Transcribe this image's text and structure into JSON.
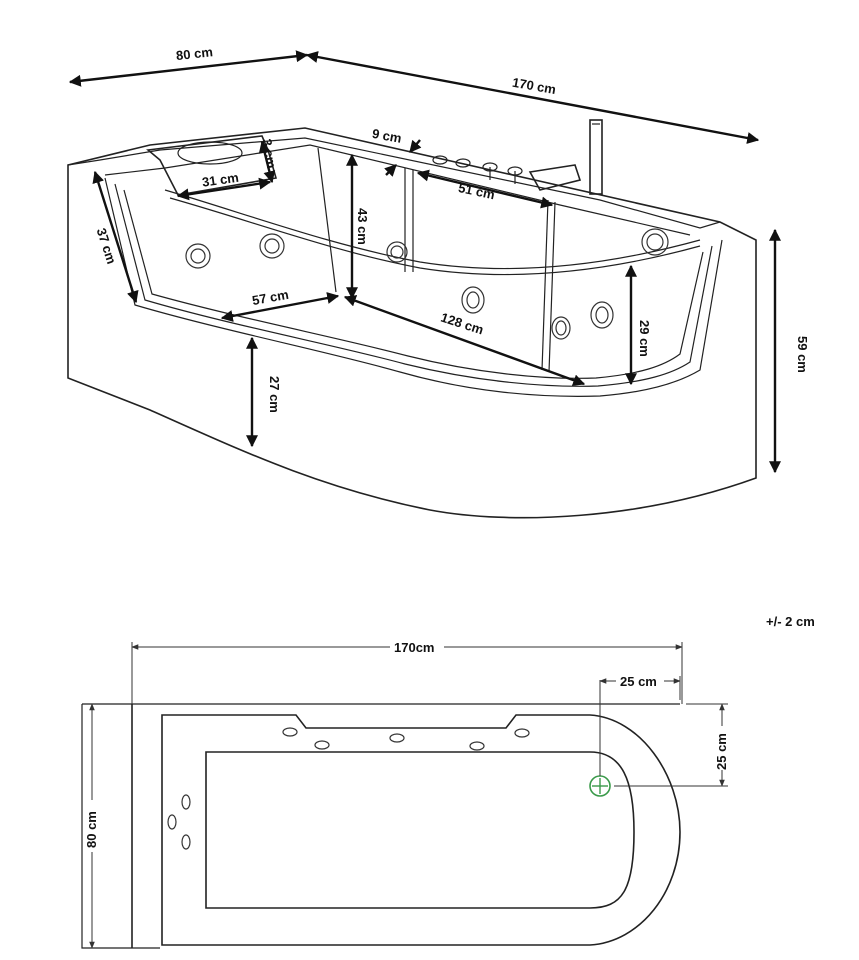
{
  "perspective_view": {
    "dims": {
      "width_80": "80 cm",
      "length_170": "170 cm",
      "rim_9": "9 cm",
      "pillow_3": "3 cm",
      "pillow_31": "31 cm",
      "depth_43": "43 cm",
      "panel_51": "51 cm",
      "side_37": "37 cm",
      "floor_57": "57 cm",
      "floor_128": "128 cm",
      "glass_29": "29 cm",
      "base_27": "27 cm",
      "height_59": "59 cm"
    }
  },
  "tolerance": "+/- 2 cm",
  "top_view": {
    "dims": {
      "length_170": "170cm",
      "drain_x_25": "25 cm",
      "drain_y_25": "25 cm",
      "width_80": "80 cm"
    }
  },
  "colors": {
    "line": "#222222",
    "drain": "#3a9a4a"
  }
}
